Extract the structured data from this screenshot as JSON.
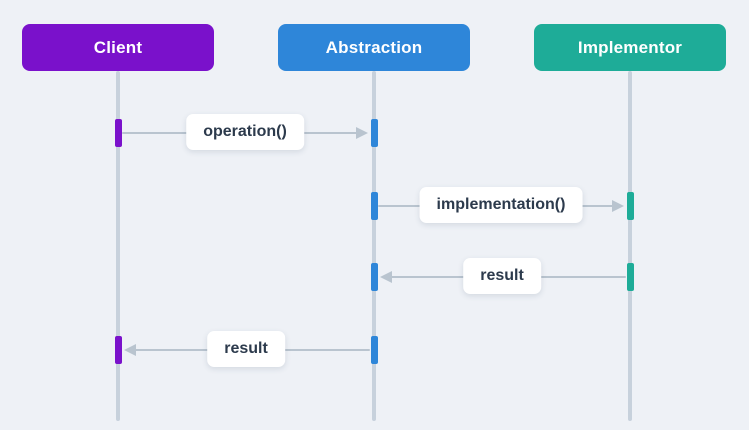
{
  "diagram": {
    "type": "uml-sequence-diagram",
    "background_color": "#eef1f6",
    "lifeline_color": "#c7d1dc",
    "arrow_color": "#b9c4cf",
    "label_text_color": "#2c3a4c",
    "label_background_color": "#ffffff",
    "participants": [
      {
        "id": "client",
        "label": "Client",
        "color": "#7a11cb"
      },
      {
        "id": "abstraction",
        "label": "Abstraction",
        "color": "#2e86d9"
      },
      {
        "id": "implementor",
        "label": "Implementor",
        "color": "#1eac98"
      }
    ],
    "messages": [
      {
        "label": "operation()",
        "from": "client",
        "to": "abstraction",
        "direction": "right"
      },
      {
        "label": "implementation()",
        "from": "abstraction",
        "to": "implementor",
        "direction": "right"
      },
      {
        "label": "result",
        "from": "implementor",
        "to": "abstraction",
        "direction": "left"
      },
      {
        "label": "result",
        "from": "abstraction",
        "to": "client",
        "direction": "left"
      }
    ]
  }
}
